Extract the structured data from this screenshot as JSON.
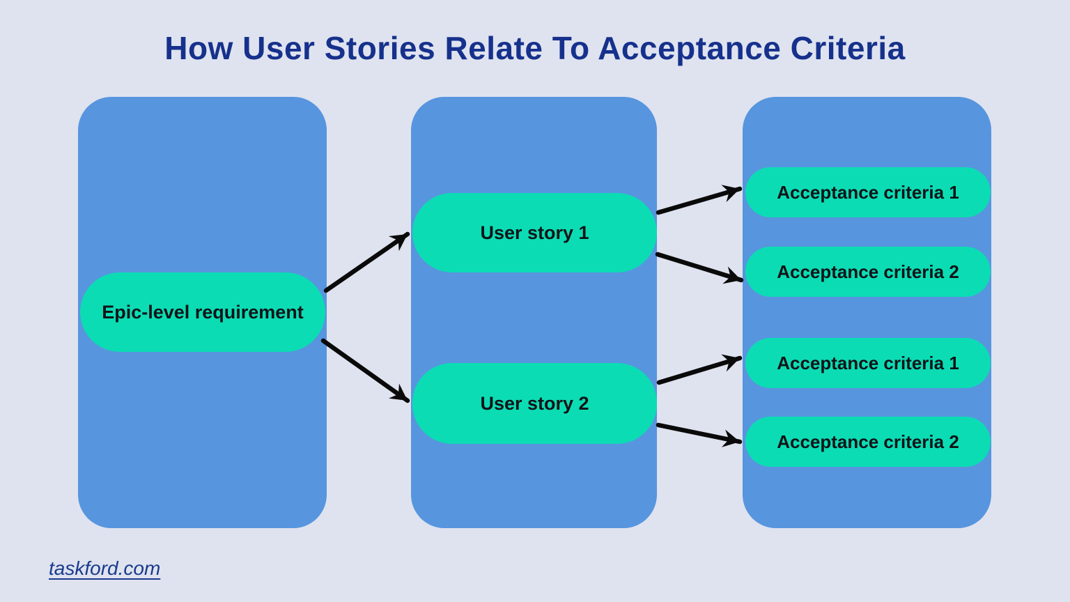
{
  "colors": {
    "bg": "#dfe3ef",
    "column": "#5795df",
    "pill": "#0cdcb4",
    "title": "#16318c",
    "arrow": "#0a0a0a",
    "link": "#1a3a8c",
    "pill_text": "#101418"
  },
  "header": {
    "title": "How User Stories Relate To Acceptance Criteria"
  },
  "footer": {
    "link": "taskford.com"
  },
  "diagram": {
    "columns": [
      "epic",
      "user-stories",
      "acceptance-criteria"
    ],
    "nodes": {
      "epic": {
        "label": "Epic-level requirement"
      },
      "story1": {
        "label": "User story 1"
      },
      "story2": {
        "label": "User story 2"
      },
      "ac1a": {
        "label": "Acceptance criteria 1"
      },
      "ac2a": {
        "label": "Acceptance criteria 2"
      },
      "ac1b": {
        "label": "Acceptance criteria 1"
      },
      "ac2b": {
        "label": "Acceptance criteria 2"
      }
    },
    "edges": [
      {
        "from": "epic",
        "to": "story1"
      },
      {
        "from": "epic",
        "to": "story2"
      },
      {
        "from": "story1",
        "to": "ac1a"
      },
      {
        "from": "story1",
        "to": "ac2a"
      },
      {
        "from": "story2",
        "to": "ac1b"
      },
      {
        "from": "story2",
        "to": "ac2b"
      }
    ]
  }
}
